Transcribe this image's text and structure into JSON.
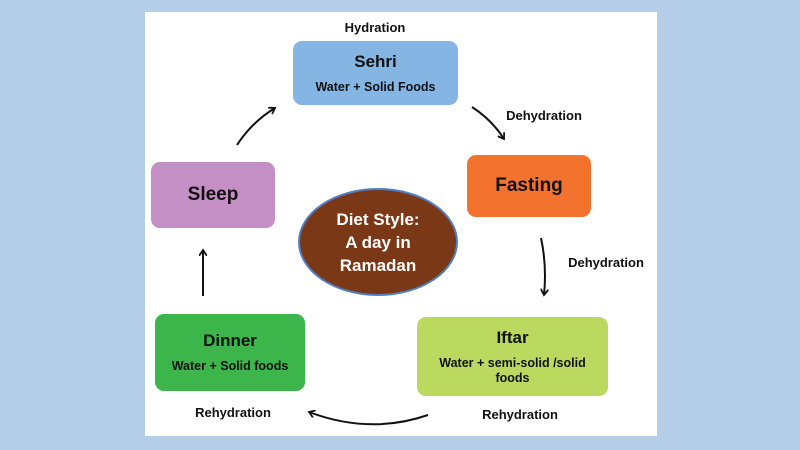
{
  "center": {
    "line1": "Diet Style:",
    "line2": "A day in",
    "line3": "Ramadan"
  },
  "nodes": {
    "sehri": {
      "title": "Sehri",
      "sub": "Water + Solid Foods",
      "color": "#85b5e3"
    },
    "fasting": {
      "title": "Fasting",
      "color": "#f2722e"
    },
    "iftar": {
      "title": "Iftar",
      "sub": "Water + semi-solid /solid foods",
      "color": "#bcd95f"
    },
    "dinner": {
      "title": "Dinner",
      "sub": "Water + Solid foods",
      "color": "#3cb54a"
    },
    "sleep": {
      "title": "Sleep",
      "color": "#c38fc4"
    }
  },
  "labels": {
    "hydration": "Hydration",
    "dehydration_1": "Dehydration",
    "dehydration_2": "Dehydration",
    "rehydration_iftar": "Rehydration",
    "rehydration_dinner": "Rehydration"
  }
}
